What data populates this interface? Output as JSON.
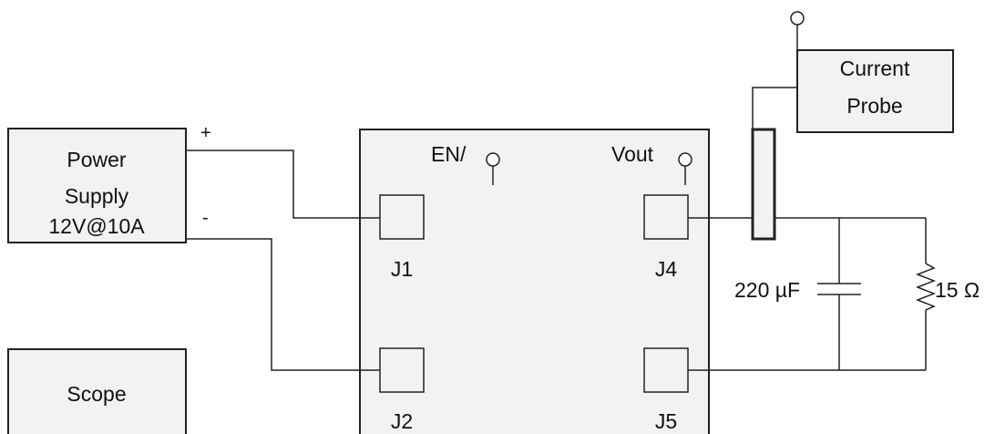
{
  "power_supply": {
    "line1": "Power",
    "line2": "Supply",
    "line3": "12V@10A",
    "plus": "+",
    "minus": "-"
  },
  "scope": {
    "label": "Scope"
  },
  "current_probe": {
    "line1": "Current",
    "line2": "Probe"
  },
  "board": {
    "en_label": "EN/",
    "vout_label": "Vout",
    "j1": "J1",
    "j2": "J2",
    "j4": "J4",
    "j5": "J5"
  },
  "load": {
    "capacitor": "220 µF",
    "resistor": "15 Ω"
  }
}
